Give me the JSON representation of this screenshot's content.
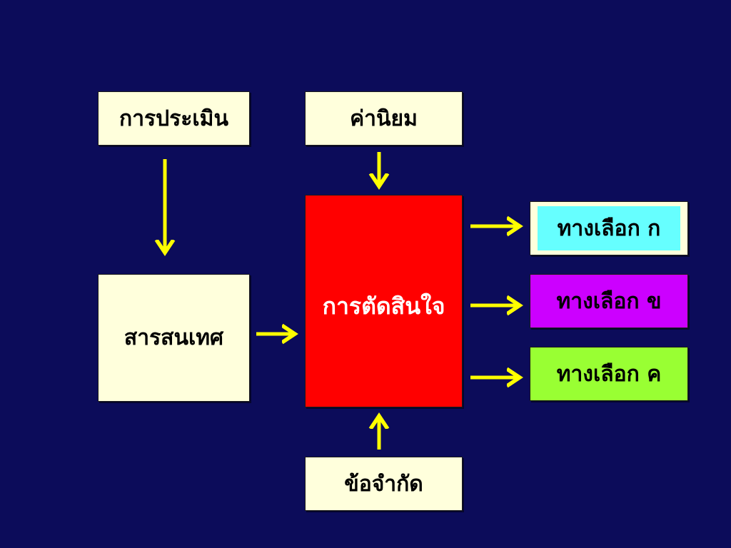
{
  "boxes": {
    "evaluate": "การประเมิน",
    "values": "ค่านิยม",
    "information": "สารสนเทศ",
    "decision": "การตัดสินใจ",
    "limitations": "ข้อจำกัด",
    "option_a": "ทางเลือก  ก",
    "option_b": "ทางเลือก  ข",
    "option_c": "ทางเลือก  ค"
  },
  "colors": {
    "background": "#0c0c5a",
    "arrow": "#ffff00",
    "cream": "#ffffdc",
    "decision": "#ff0000",
    "option_a": "#66ffff",
    "option_b": "#cc00ff",
    "option_c": "#99ff33"
  }
}
